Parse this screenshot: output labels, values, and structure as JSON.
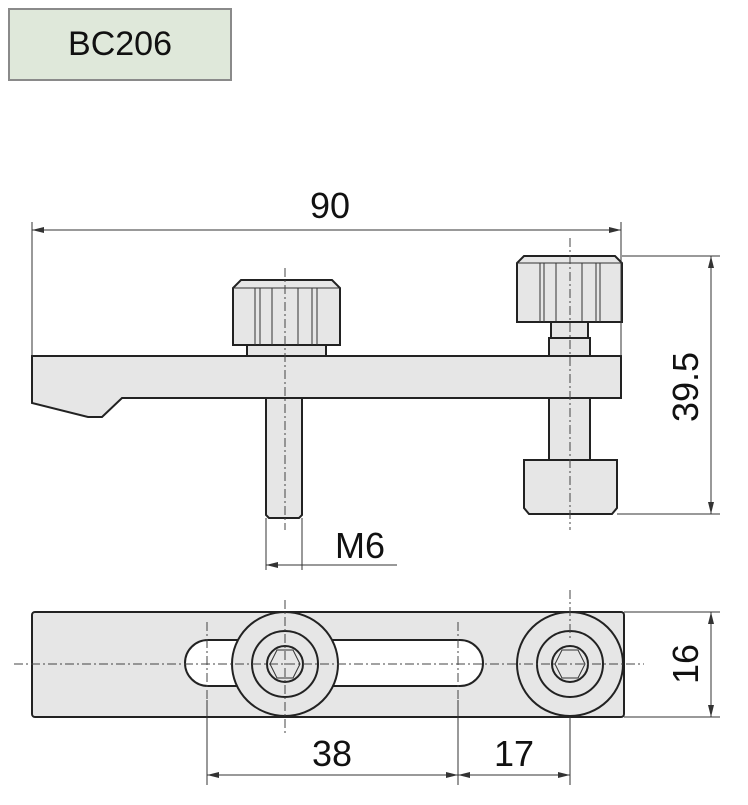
{
  "title": "BC206",
  "dimensions": {
    "overall_length": "90",
    "height": "39.5",
    "thread": "M6",
    "width": "16",
    "slot_span": "38",
    "hole_offset": "17"
  }
}
